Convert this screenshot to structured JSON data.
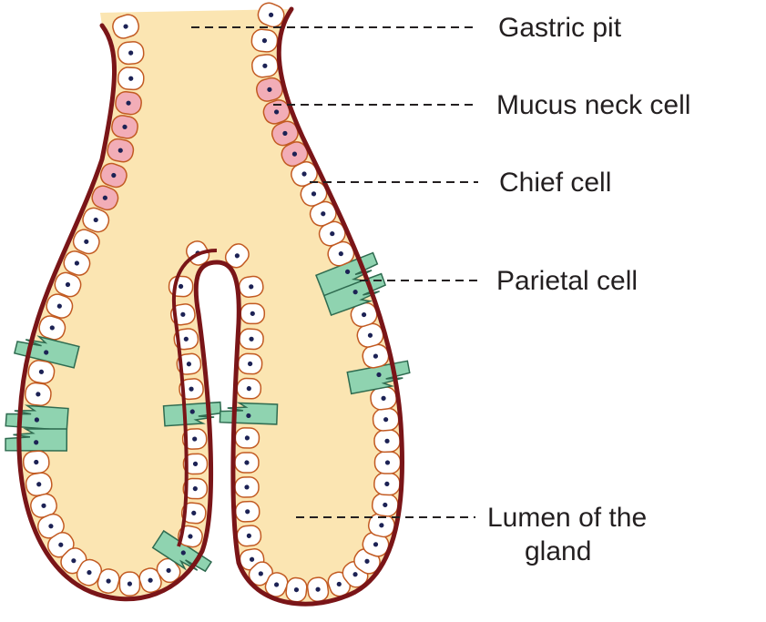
{
  "labels": {
    "gastric_pit": "Gastric pit",
    "mucus_neck_cell": "Mucus neck cell",
    "chief_cell": "Chief cell",
    "parietal_cell": "Parietal cell",
    "lumen_line1": "Lumen of the",
    "lumen_line2": "gland"
  },
  "colors": {
    "wall": "#7a1518",
    "lumen": "#fbe7b5",
    "cell_outline": "#c25a22",
    "chief_cell_fill": "#ffffff",
    "mucus_cell_fill": "#f2adb7",
    "parietal_cell_fill": "#8fd3b0",
    "nucleus": "#1c2255",
    "leader_line": "#231f20"
  }
}
